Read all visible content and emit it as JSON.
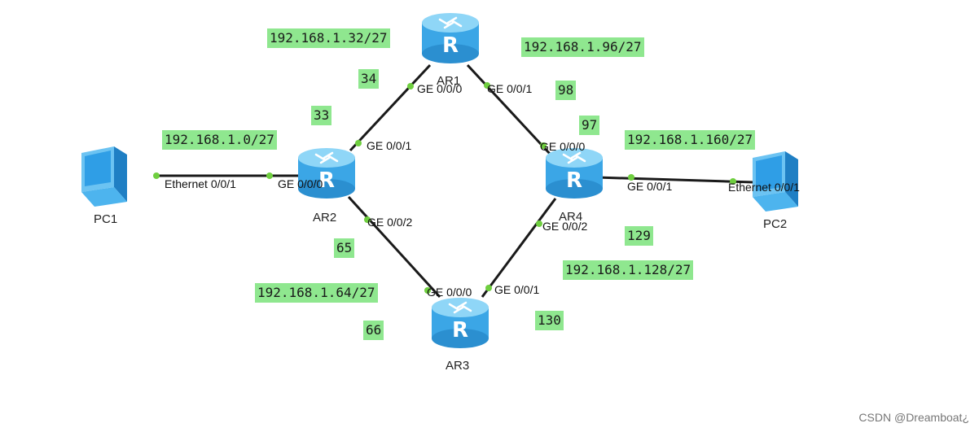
{
  "devices": {
    "ar1": {
      "name": "AR1",
      "glyph": "R"
    },
    "ar2": {
      "name": "AR2",
      "glyph": "R"
    },
    "ar3": {
      "name": "AR3",
      "glyph": "R"
    },
    "ar4": {
      "name": "AR4",
      "glyph": "R"
    },
    "pc1": {
      "name": "PC1"
    },
    "pc2": {
      "name": "PC2"
    }
  },
  "ports": {
    "ar1_g000": "GE 0/0/0",
    "ar1_g001": "GE 0/0/1",
    "ar2_g001": "GE 0/0/1",
    "ar2_g000": "GE 0/0/0",
    "ar2_g002": "GE 0/0/2",
    "ar3_g000": "GE 0/0/0",
    "ar3_g001": "GE 0/0/1",
    "ar4_g000": "GE 0/0/0",
    "ar4_g001": "GE 0/0/1",
    "ar4_g002": "GE 0/0/2",
    "pc1_eth": "Ethernet 0/0/1",
    "pc2_eth": "Ethernet 0/0/1"
  },
  "subnets": {
    "ar1_ar2": "192.168.1.32/27",
    "ar1_ar4": "192.168.1.96/27",
    "pc1_ar2": "192.168.1.0/27",
    "ar4_pc2": "192.168.1.160/27",
    "ar2_ar3": "192.168.1.64/27",
    "ar3_ar4": "192.168.1.128/27"
  },
  "host_ids": {
    "ar1_g000": "34",
    "ar2_g001": "33",
    "ar1_g001": "98",
    "ar4_g000": "97",
    "ar2_g002": "65",
    "ar3_g000": "66",
    "ar4_g002": "129",
    "ar3_g001": "130"
  },
  "colors": {
    "link": "#1a1a1a",
    "port_dot": "#6fcf3f",
    "note_bg": "#8fe78f",
    "router_body": "#3ba6e6",
    "router_top": "#8fd6f7",
    "pc_body": "#2f9ee6"
  },
  "watermark": "CSDN @Dreamboat¿"
}
